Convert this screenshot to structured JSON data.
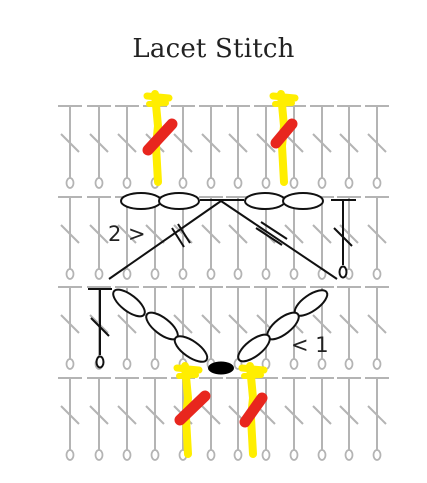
{
  "title": "Lacet Stitch",
  "labels": {
    "row2": "2 >",
    "row1": "< 1"
  },
  "colors": {
    "background_stitches": "#b4b4b4",
    "active_stitches": "#111111",
    "highlight": "#ffee00",
    "marker": "#e8261e",
    "knot": "#000000"
  }
}
